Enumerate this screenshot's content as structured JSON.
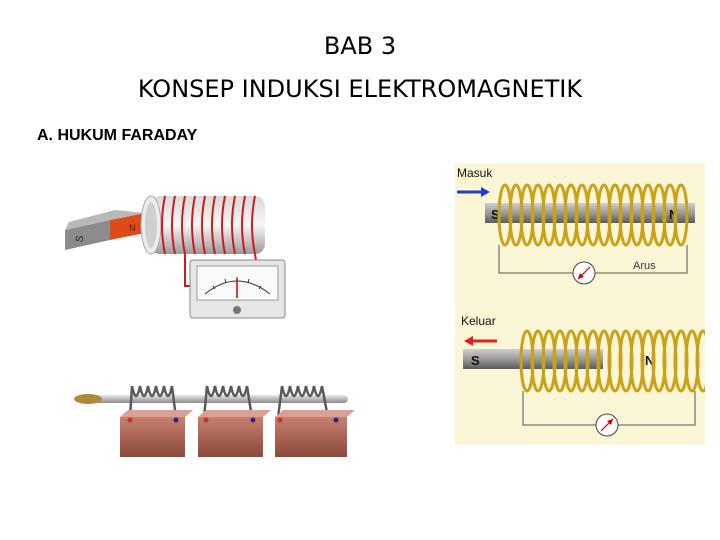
{
  "slide": {
    "title_line1": "BAB 3",
    "title_line2": "KONSEP INDUKSI ELEKTROMAGNETIK",
    "section_heading": "A. HUKUM FARADAY"
  },
  "figure_magnet_coil": {
    "magnet_pole_s": "S",
    "magnet_pole_n": "N"
  },
  "figure_in_out": {
    "label_in": "Masuk",
    "label_out": "Keluar",
    "current_label": "Arus",
    "pole_s": "S",
    "pole_n": "N",
    "arrow_in_color": "#1f3fd0",
    "arrow_out_color": "#e02020",
    "coil_color": "#c9a21a"
  }
}
